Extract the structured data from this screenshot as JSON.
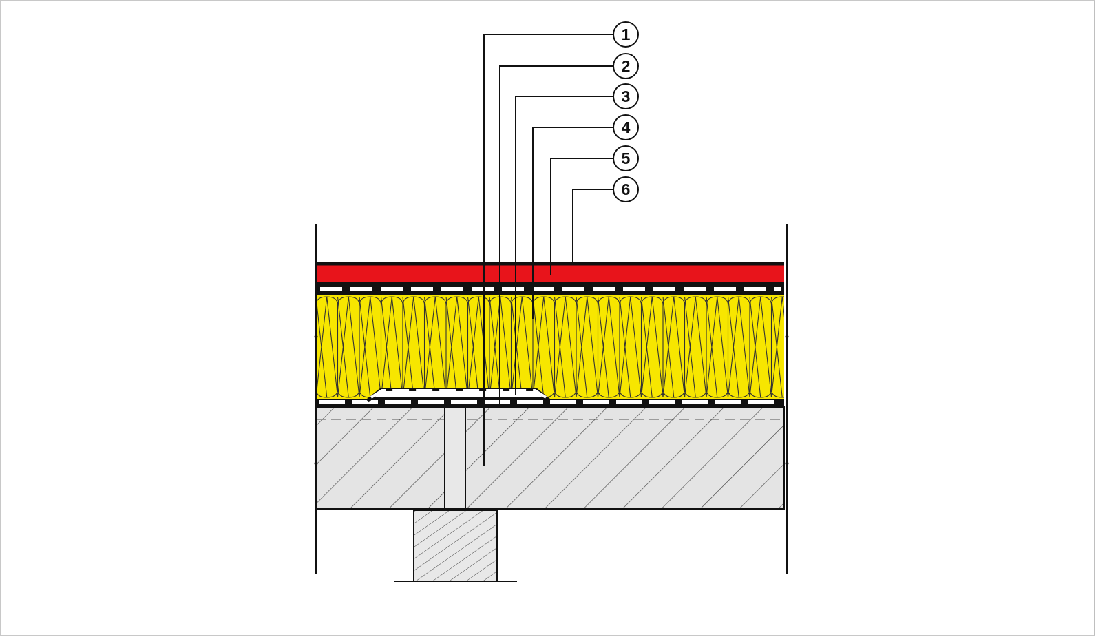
{
  "diagram": {
    "callouts": [
      {
        "label": "1"
      },
      {
        "label": "2"
      },
      {
        "label": "3"
      },
      {
        "label": "4"
      },
      {
        "label": "5"
      },
      {
        "label": "6"
      }
    ],
    "colors": {
      "membrane_red": "#e8141b",
      "insulation_yellow": "#f7e600",
      "concrete_grey": "#e6e6e6",
      "line": "#111111"
    }
  }
}
